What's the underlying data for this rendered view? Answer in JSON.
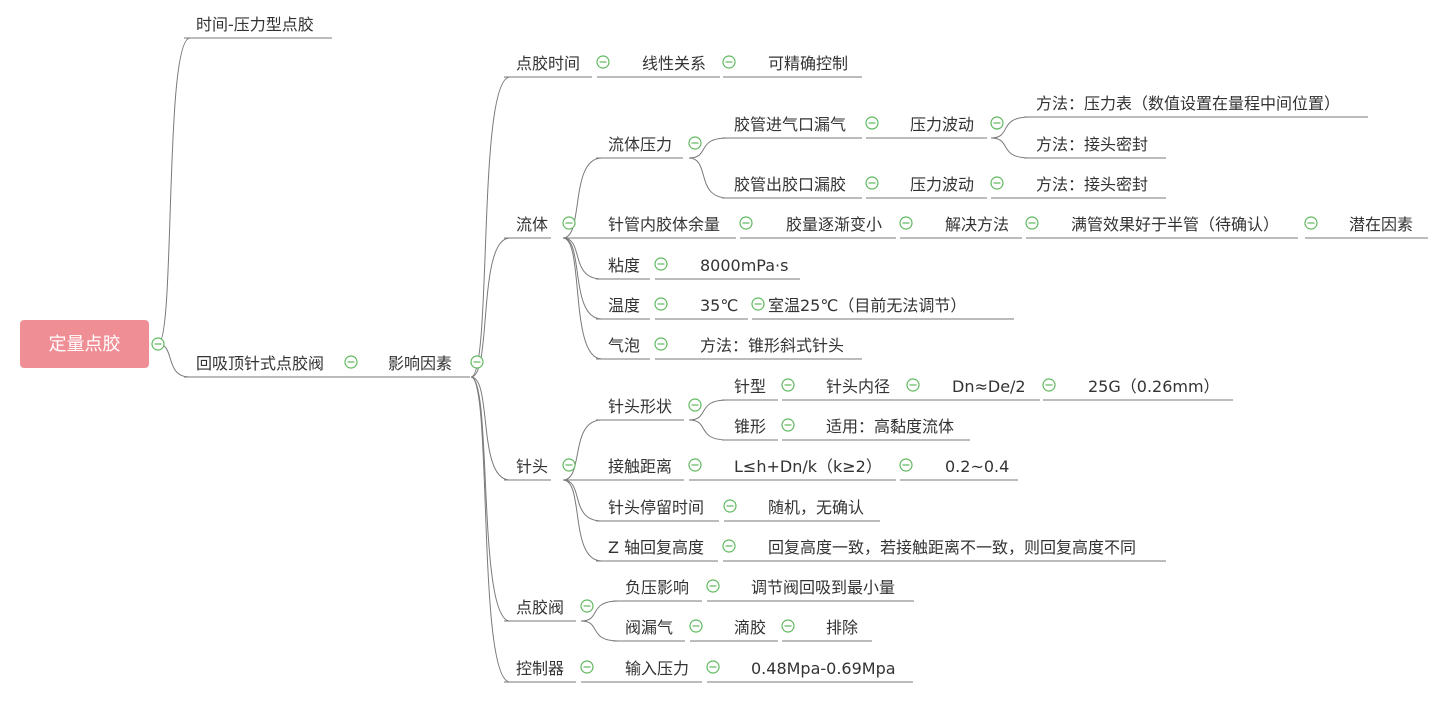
{
  "root": "定量点胶",
  "children": [
    {
      "label": "时间-压力型点胶"
    },
    {
      "label": "回吸顶针式点胶阀",
      "children": [
        {
          "label": "影响因素",
          "children": [
            {
              "label": "点胶时间",
              "children": [
                {
                  "label": "线性关系",
                  "children": [
                    {
                      "label": "可精确控制"
                    }
                  ]
                }
              ]
            },
            {
              "label": "流体",
              "children": [
                {
                  "label": "流体压力",
                  "children": [
                    {
                      "label": "胶管进气口漏气",
                      "children": [
                        {
                          "label": "压力波动",
                          "children": [
                            {
                              "label": "方法：压力表（数值设置在量程中间位置）"
                            },
                            {
                              "label": "方法：接头密封"
                            }
                          ]
                        }
                      ]
                    },
                    {
                      "label": "胶管出胶口漏胶",
                      "children": [
                        {
                          "label": "压力波动",
                          "children": [
                            {
                              "label": "方法：接头密封"
                            }
                          ]
                        }
                      ]
                    }
                  ]
                },
                {
                  "label": "针管内胶体余量",
                  "children": [
                    {
                      "label": "胶量逐渐变小",
                      "children": [
                        {
                          "label": "解决方法",
                          "children": [
                            {
                              "label": "满管效果好于半管（待确认）",
                              "children": [
                                {
                                  "label": "潜在因素"
                                }
                              ]
                            }
                          ]
                        }
                      ]
                    }
                  ]
                },
                {
                  "label": "粘度",
                  "children": [
                    {
                      "label": "8000mPa·s"
                    }
                  ]
                },
                {
                  "label": "温度",
                  "children": [
                    {
                      "label": "35℃",
                      "children": [
                        {
                          "label": "室温25℃（目前无法调节）"
                        }
                      ]
                    }
                  ]
                },
                {
                  "label": "气泡",
                  "children": [
                    {
                      "label": "方法：锥形斜式针头"
                    }
                  ]
                }
              ]
            },
            {
              "label": "针头",
              "children": [
                {
                  "label": "针头形状",
                  "children": [
                    {
                      "label": "针型",
                      "children": [
                        {
                          "label": "针头内径",
                          "children": [
                            {
                              "label": "Dn≈De/2",
                              "children": [
                                {
                                  "label": "25G（0.26mm）"
                                }
                              ]
                            }
                          ]
                        }
                      ]
                    },
                    {
                      "label": "锥形",
                      "children": [
                        {
                          "label": "适用：高黏度流体"
                        }
                      ]
                    }
                  ]
                },
                {
                  "label": "接触距离",
                  "children": [
                    {
                      "label": "L≤h+Dn/k（k≥2）",
                      "children": [
                        {
                          "label": "0.2~0.4"
                        }
                      ]
                    }
                  ]
                },
                {
                  "label": "针头停留时间",
                  "children": [
                    {
                      "label": "随机，无确认"
                    }
                  ]
                },
                {
                  "label": "Z 轴回复高度",
                  "children": [
                    {
                      "label": "回复高度一致，若接触距离不一致，则回复高度不同"
                    }
                  ]
                }
              ]
            },
            {
              "label": "点胶阀",
              "children": [
                {
                  "label": "负压影响",
                  "children": [
                    {
                      "label": "调节阀回吸到最小量"
                    }
                  ]
                },
                {
                  "label": "阀漏气",
                  "children": [
                    {
                      "label": "滴胶",
                      "children": [
                        {
                          "label": "排除"
                        }
                      ]
                    }
                  ]
                }
              ]
            },
            {
              "label": "控制器",
              "children": [
                {
                  "label": "输入压力",
                  "children": [
                    {
                      "label": "0.48Mpa-0.69Mpa"
                    }
                  ]
                }
              ]
            }
          ]
        }
      ]
    }
  ]
}
